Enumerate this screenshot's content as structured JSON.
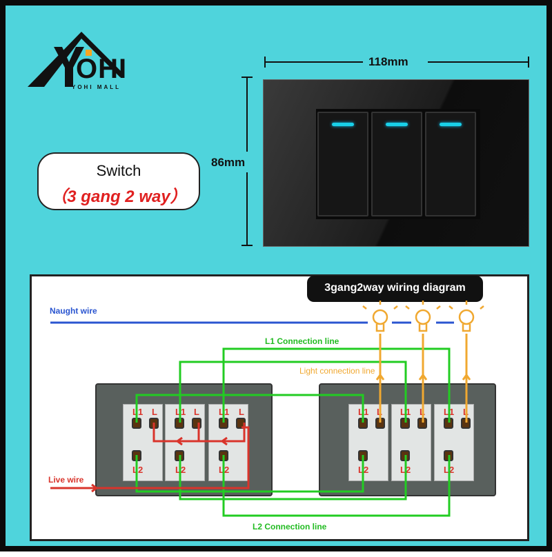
{
  "brand": {
    "name": "OHI",
    "tagline": "YOHI MALL"
  },
  "product": {
    "title": "Switch",
    "subtitle": "（3 gang 2 way）",
    "width": "118mm",
    "height": "86mm"
  },
  "diagram": {
    "title": "3gang2way wiring diagram",
    "naught_wire": "Naught wire",
    "live_wire": "Live wire",
    "l1_line": "L1 Connection line",
    "l2_line": "L2 Connection line",
    "light_line": "Light connection line",
    "terminals": {
      "l1": "L1",
      "l": "L",
      "l2": "L2"
    }
  },
  "colors": {
    "background": "#4fd4dc",
    "green": "#22cc22",
    "red": "#d9342b",
    "orange": "#f0a830",
    "blue": "#2a55d0"
  }
}
